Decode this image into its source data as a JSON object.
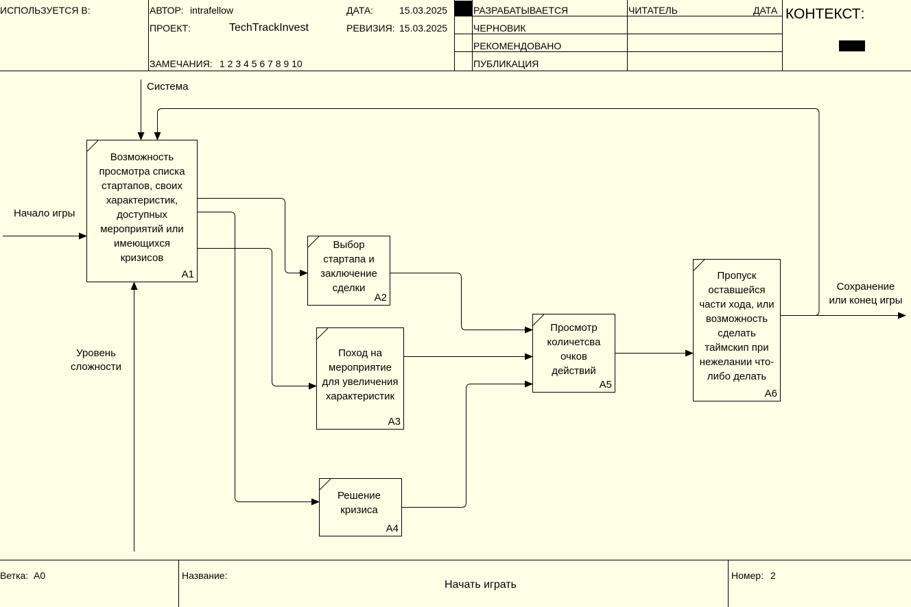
{
  "header": {
    "used_in_label": "ИСПОЛЬЗУЕТСЯ В:",
    "author_label": "АВТОР:",
    "author_value": "intrafellow",
    "project_label": "ПРОЕКТ:",
    "project_value": "TechTrackInvest",
    "notes_label": "ЗАМЕЧАНИЯ:",
    "notes_value": "1 2 3 4 5 6 7 8 9 10",
    "date_label": "ДАТА:",
    "date_value": "15.03.2025",
    "revision_label": "РЕВИЗИЯ:",
    "revision_value": "15.03.2025",
    "status": [
      "РАЗРАБАТЫВАЕТСЯ",
      "ЧЕРНОВИК",
      "РЕКОМЕНДОВАНО",
      "ПУБЛИКАЦИЯ"
    ],
    "status_active_index": 0,
    "reader_label": "ЧИТАТЕЛЬ",
    "reader_date_label": "ДАТА",
    "context_label": "КОНТЕКСТ:"
  },
  "diagram": {
    "boxes": [
      {
        "id": "A1",
        "text": "Возможность\nпросмотра списка\nстартапов, своих\nхарактеристик,\nдоступных\nмероприятий или\nимеющихся\nкризисов"
      },
      {
        "id": "A2",
        "text": "Выбор\nстартапа и\nзаключение\nсделки"
      },
      {
        "id": "A3",
        "text": "Поход на\nмероприятие\nдля увеличения\nхарактеристик"
      },
      {
        "id": "A4",
        "text": "Решение\nкризиса"
      },
      {
        "id": "A5",
        "text": "Просмотр\nколичетсва\nочков\nдействий"
      },
      {
        "id": "A6",
        "text": "Пропуск\nоставшейся\nчасти хода, или\nвозможность\nсделать\nтаймскип при\nнежелании что-\nлибо делать"
      }
    ],
    "arrows": {
      "control_system": "Система",
      "input_start": "Начало игры",
      "mechanism_level": "Уровень\nсложности",
      "output_save": "Сохранение\nили конец игры"
    }
  },
  "footer": {
    "node_label": "Ветка:",
    "node_value": "A0",
    "title_label": "Название:",
    "title_value": "Начать играть",
    "number_label": "Номер:",
    "number_value": "2"
  },
  "colors": {
    "background": "#ffffe6",
    "lines": "#000000"
  }
}
